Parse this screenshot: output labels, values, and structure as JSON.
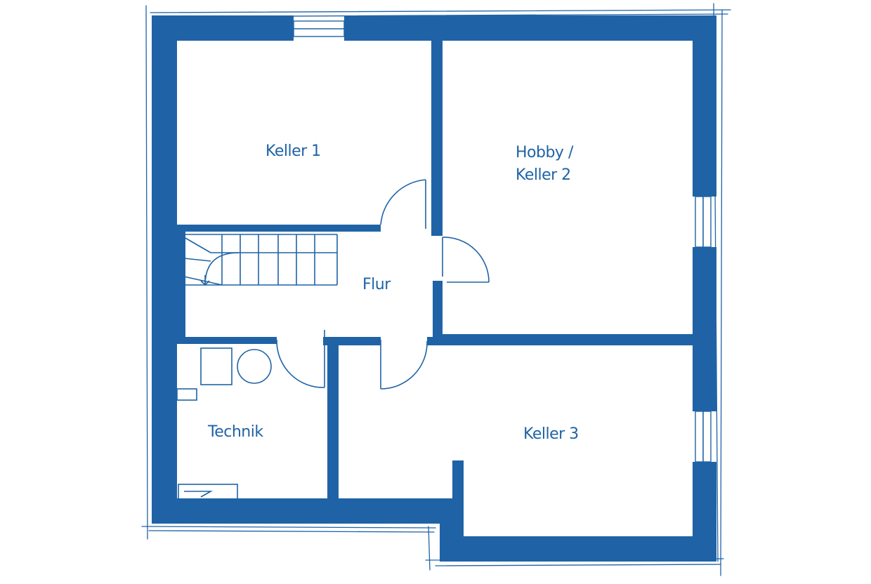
{
  "rooms": {
    "keller1": "Keller 1",
    "hobby_line1": "Hobby /",
    "hobby_line2": "Keller 2",
    "flur": "Flur",
    "technik": "Technik",
    "keller3": "Keller 3"
  },
  "colors": {
    "wall": "#1f63a6",
    "background": "#ffffff"
  }
}
